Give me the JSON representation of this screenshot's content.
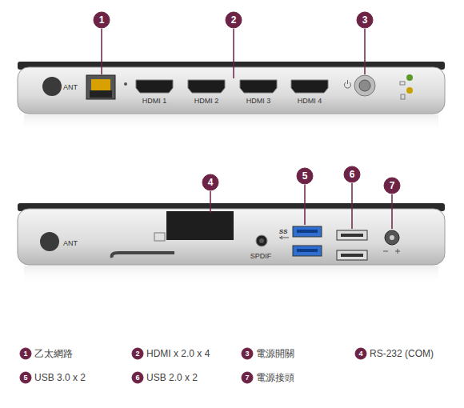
{
  "diagram": {
    "labels": [
      "1",
      "2",
      "3",
      "ANT",
      "HDMI 1",
      "HDMI 2",
      "HDMI 3",
      "HDMI 4",
      "4",
      "5",
      "6",
      "7",
      "ANT",
      "SS",
      "SPDIF",
      "1",
      "乙太網路",
      "2",
      "HDMI x 2.0 x 4",
      "3",
      "電源開關",
      "4",
      "RS-232 (COM)",
      "5",
      "USB 3.0 x 2",
      "6",
      "USB 2.0 x 2",
      "7",
      "電源接頭"
    ]
  }
}
